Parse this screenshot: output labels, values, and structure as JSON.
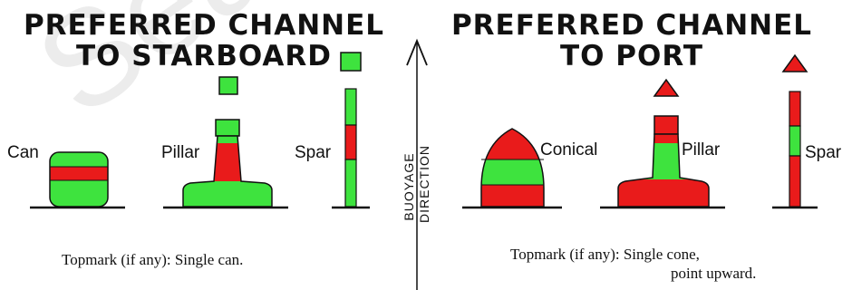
{
  "colors": {
    "green": "#3ee33e",
    "red": "#e91b1b",
    "outline": "#111111",
    "watermark": "#c8c8c8"
  },
  "left": {
    "title_line1": "PREFERRED CHANNEL",
    "title_line2": "TO STARBOARD",
    "buoys": {
      "can": "Can",
      "pillar": "Pillar",
      "spar": "Spar"
    },
    "topmark_note": "Topmark (if any):  Single can."
  },
  "right": {
    "title_line1": "PREFERRED CHANNEL",
    "title_line2": "TO PORT",
    "buoys": {
      "conical": "Conical",
      "pillar": "Pillar",
      "spar": "Spar"
    },
    "topmark_note_line1": "Topmark (if any):  Single cone,",
    "topmark_note_line2": "point upward."
  },
  "center": {
    "label_line1": "BUOYAGE",
    "label_line2": "DIRECTION"
  },
  "watermark_text": "Sea"
}
